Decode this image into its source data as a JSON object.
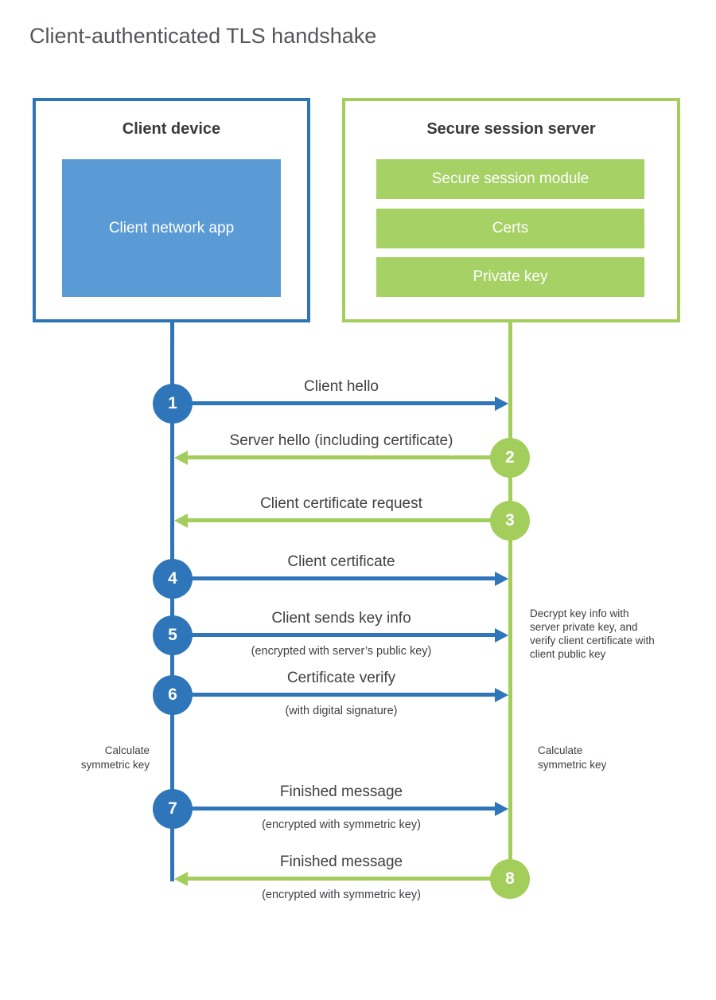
{
  "title": "Client-authenticated TLS handshake",
  "colors": {
    "blue": "#2e75b6",
    "blue_fill": "#5b9bd5",
    "green": "#a3ce5c",
    "green_fill": "#a6d165",
    "label_text": "#3f4045",
    "title_text": "#54565a",
    "white": "#ffffff"
  },
  "client": {
    "title": "Client device",
    "app_label": "Client network app"
  },
  "server": {
    "title": "Secure session server",
    "modules": [
      "Secure session module",
      "Certs",
      "Private key"
    ]
  },
  "steps": [
    {
      "number": "1",
      "label": "Client hello",
      "direction": "right",
      "color": "blue"
    },
    {
      "number": "2",
      "label": "Server hello (including certificate)",
      "direction": "left",
      "color": "green"
    },
    {
      "number": "3",
      "label": "Client certificate request",
      "direction": "left",
      "color": "green"
    },
    {
      "number": "4",
      "label": "Client certificate",
      "direction": "right",
      "color": "blue"
    },
    {
      "number": "5",
      "label": "Client sends key info",
      "sublabel": "(encrypted with server’s public key)",
      "direction": "right",
      "color": "blue"
    },
    {
      "number": "6",
      "label": "Certificate verify",
      "sublabel": "(with digital signature)",
      "direction": "right",
      "color": "blue"
    },
    {
      "number": "7",
      "label": "Finished message",
      "sublabel": "(encrypted with symmetric key)",
      "direction": "right",
      "color": "blue"
    },
    {
      "number": "8",
      "label": "Finished message",
      "sublabel": "(encrypted with symmetric key)",
      "direction": "left",
      "color": "green"
    }
  ],
  "annotations": {
    "decrypt_note": "Decrypt key info with server private key, and verify client certificate with client public key",
    "calculate_left": "Calculate symmetric key",
    "calculate_right": "Calculate symmetric key"
  }
}
